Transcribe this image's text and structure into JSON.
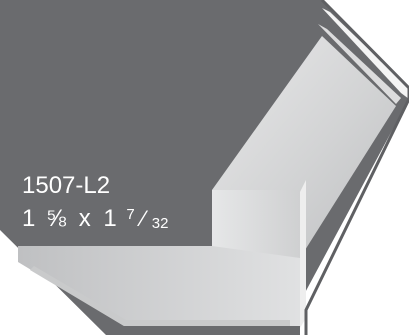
{
  "part": {
    "code": "1507-L2",
    "dimension_whole_a": "1",
    "dimension_fraction_a": "⅝",
    "dimension_separator": "x",
    "dimension_whole_b": "1",
    "dimension_fraction_b_num": "7",
    "dimension_fraction_b_den": "32"
  },
  "colors": {
    "background": "#ffffff",
    "dark_face": "#6a6b6e",
    "outline": "#5f6063",
    "light_face": "#d4d5d6",
    "edge_highlight": "#f4f4f4"
  }
}
